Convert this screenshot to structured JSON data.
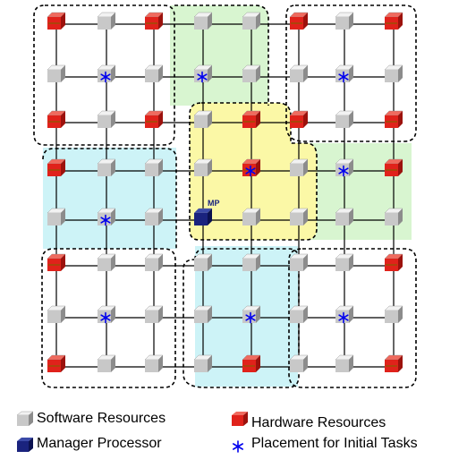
{
  "colors": {
    "region_green": "#d8f5d0",
    "region_cyan": "#cdf3f7",
    "region_yellow": "#fbf8a6",
    "grid_line": "#000000",
    "software_cube": "#c8c8c8",
    "hardware_cube": "#e0221b",
    "manager_cube": "#1a237e",
    "placement_star": "#0000ee"
  },
  "manager_label": "MP",
  "legend": {
    "software": {
      "label": "Software Resources",
      "icon": "gray-cube-icon"
    },
    "hardware": {
      "label": "Hardware Resources",
      "icon": "red-cube-icon"
    },
    "manager": {
      "label": "Manager Processor",
      "icon": "navy-cube-icon"
    },
    "placement": {
      "label": "Placement for Initial Tasks",
      "icon": "blue-asterisk-icon"
    }
  }
}
